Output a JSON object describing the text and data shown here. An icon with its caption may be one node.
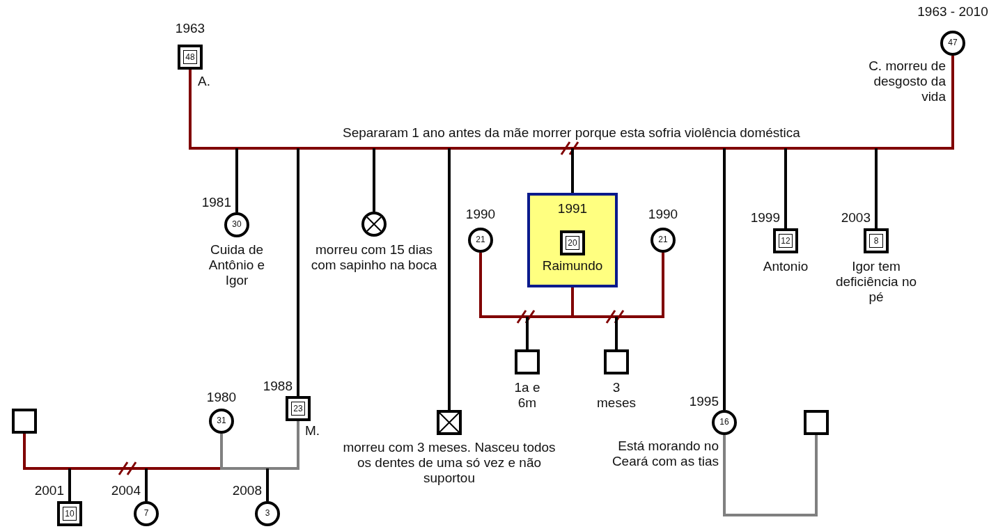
{
  "diagram": {
    "nodes": [
      {
        "text": [
          "48"
        ],
        "beside": [
          "1963",
          "A."
        ]
      },
      {
        "text": [
          "47"
        ],
        "beside": [
          "1963 - 2010",
          "C. morreu de desgosto da vida"
        ]
      },
      {
        "text": [
          "30"
        ],
        "beside": [
          "1981",
          "Cuida de Antônio e Igor"
        ]
      },
      {
        "text": [],
        "shape": "circle",
        "beside": [
          "morreu com 15 dias com sapinho na boca"
        ]
      },
      {
        "text": [],
        "shape": "box",
        "beside": [
          "morreu com 3 meses. Nasceu todos os dentes de uma só vez e não suportou"
        ]
      },
      {
        "text": [
          "1991",
          "Raimundo"
        ]
      },
      {
        "text": [
          "20"
        ],
        "in": 5
      },
      {
        "text": [
          "21"
        ],
        "beside": [
          "1990"
        ]
      },
      {
        "text": [
          "21"
        ],
        "beside": [
          "1990"
        ]
      },
      {
        "text": [],
        "shape": "box",
        "beside": [
          "1a e 6m"
        ]
      },
      {
        "text": [],
        "shape": "box",
        "beside": [
          "3 meses"
        ]
      },
      {
        "text": [
          "12"
        ],
        "beside": [
          "1999",
          "Antonio"
        ]
      },
      {
        "text": [
          "8"
        ],
        "beside": [
          "2003",
          "Igor tem deficiência no pé"
        ]
      },
      {
        "text": [
          "23"
        ],
        "beside": [
          "1988",
          "M."
        ]
      },
      {
        "text": [
          "16"
        ],
        "beside": [
          "1995",
          "Está morando no Ceará com as tias"
        ]
      },
      {
        "text": [],
        "shape": "box"
      },
      {
        "text": [],
        "shape": "box"
      },
      {
        "text": [
          "31"
        ],
        "beside": [
          "1980"
        ]
      },
      {
        "text": [
          "10"
        ],
        "beside": [
          "2001"
        ]
      },
      {
        "text": [
          "7"
        ],
        "beside": [
          "2004"
        ]
      },
      {
        "text": [
          "3"
        ],
        "beside": [
          "2008"
        ]
      }
    ],
    "edges": [
      {
        "from": 0,
        "to": 1,
        "arrow": "none",
        "color": "#800000",
        "label": "Separaram 1 ano antes da mãe morrer porque esta sofria violência doméstica"
      },
      {
        "from": null,
        "to": 2,
        "arrow": "none"
      },
      {
        "from": null,
        "to": 13,
        "arrow": "none"
      },
      {
        "from": null,
        "to": 3,
        "arrow": "none"
      },
      {
        "from": null,
        "to": 4,
        "arrow": "none"
      },
      {
        "from": null,
        "to": 5,
        "arrow": "none"
      },
      {
        "from": null,
        "to": 14,
        "arrow": "none"
      },
      {
        "from": null,
        "to": 11,
        "arrow": "none"
      },
      {
        "from": null,
        "to": 12,
        "arrow": "none"
      },
      {
        "from": 7,
        "to": 5,
        "arrow": "none",
        "color": "#800000"
      },
      {
        "from": 5,
        "to": 8,
        "arrow": "none",
        "color": "#800000"
      },
      {
        "from": null,
        "to": 9,
        "arrow": "none"
      },
      {
        "from": null,
        "to": 10,
        "arrow": "none"
      },
      {
        "from": 14,
        "to": 16,
        "arrow": "none",
        "color": "#808080"
      },
      {
        "from": 15,
        "to": 17,
        "arrow": "none",
        "color": "#800000"
      },
      {
        "from": null,
        "to": 18,
        "arrow": "none"
      },
      {
        "from": null,
        "to": 19,
        "arrow": "none"
      },
      {
        "from": 17,
        "to": 13,
        "arrow": "none",
        "color": "#808080"
      },
      {
        "from": null,
        "to": 20,
        "arrow": "none"
      }
    ]
  }
}
